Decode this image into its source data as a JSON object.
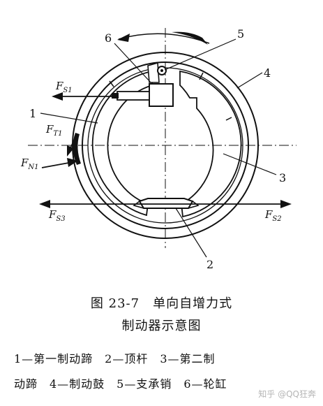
{
  "labels": {
    "n1": "1",
    "n2": "2",
    "n3": "3",
    "n4": "4",
    "n5": "5",
    "n6": "6",
    "fs1_main": "F",
    "fs1_sub": "S1",
    "ft1_main": "F",
    "ft1_sub": "T1",
    "fn1_main": "F",
    "fn1_sub": "N1",
    "fs3_main": "F",
    "fs3_sub": "S3",
    "fs2_main": "F",
    "fs2_sub": "S2"
  },
  "caption": {
    "line1": "图 23-7　单向自增力式",
    "line2": "制动器示意图"
  },
  "legend": {
    "line1": "1—第一制动蹄　2—顶杆　3—第二制",
    "line2": "动蹄　4—制动鼓　5—支承销　6—轮缸"
  },
  "watermark": "知乎 @QQ狂奔"
}
